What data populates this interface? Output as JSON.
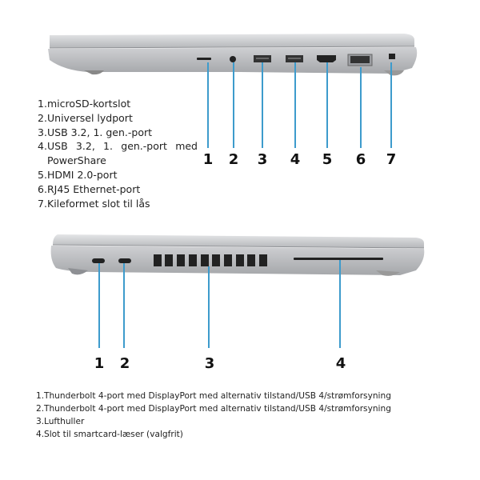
{
  "right_side": {
    "callouts": [
      "1",
      "2",
      "3",
      "4",
      "5",
      "6",
      "7"
    ],
    "items": [
      {
        "num": "1.",
        "label": "microSD-kortslot"
      },
      {
        "num": "2.",
        "label": "Universel lydport"
      },
      {
        "num": "3.",
        "label": "USB 3.2, 1. gen.-port"
      },
      {
        "num": "4.",
        "label": "USB 3.2, 1. gen.-port med PowerShare"
      },
      {
        "num": "5.",
        "label": "HDMI 2.0-port"
      },
      {
        "num": "6.",
        "label": "RJ45 Ethernet-port"
      },
      {
        "num": "7.",
        "label": "Kileformet slot til lås"
      }
    ]
  },
  "left_side": {
    "callouts": [
      "1",
      "2",
      "3",
      "4"
    ],
    "items": [
      {
        "num": "1.",
        "label": "Thunderbolt 4-port med DisplayPort med alternativ tilstand/USB 4/strømforsyning"
      },
      {
        "num": "2.",
        "label": "Thunderbolt 4-port med DisplayPort med alternativ tilstand/USB 4/strømforsyning"
      },
      {
        "num": "3.",
        "label": "Lufthuller"
      },
      {
        "num": "4.",
        "label": "Slot til smartcard-læser (valgfrit)"
      }
    ]
  },
  "colors": {
    "leader": "#3d9bcc",
    "chassis": "#b9bbbe"
  }
}
